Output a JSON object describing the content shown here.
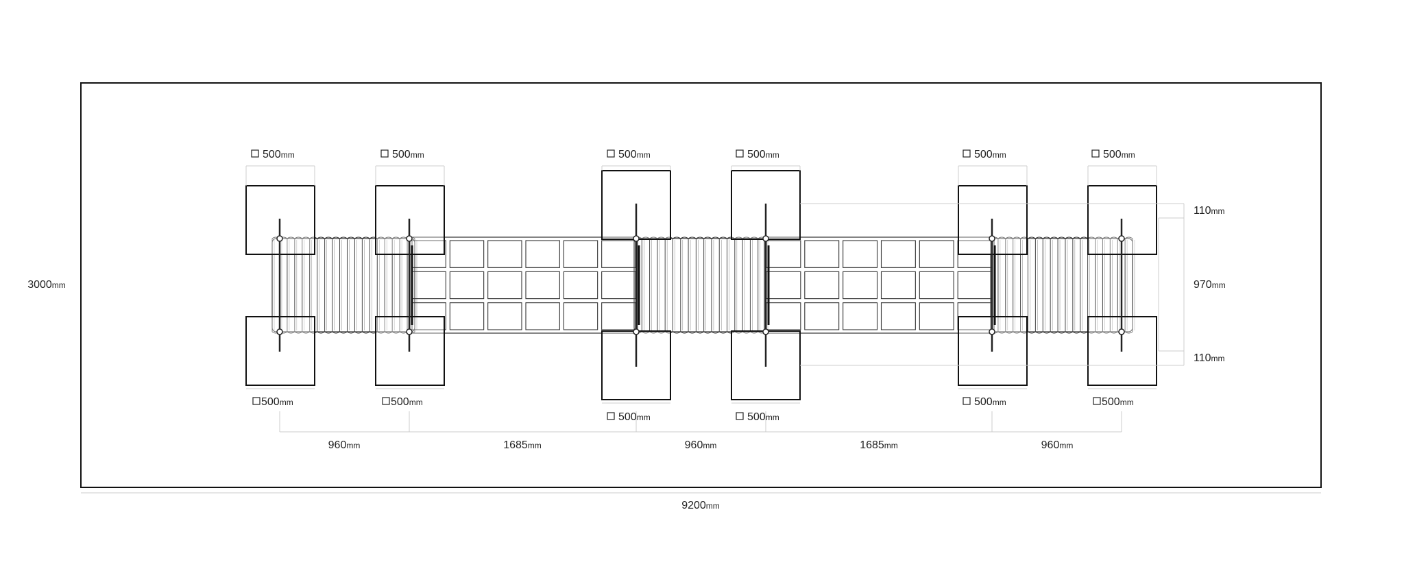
{
  "drawing": {
    "overall_width": {
      "value": "9200",
      "unit": "mm"
    },
    "overall_depth": {
      "value": "3000",
      "unit": "mm"
    },
    "post_size_labels": {
      "top": [
        "500",
        "500",
        "500",
        "500",
        "500",
        "500"
      ],
      "bottom": [
        "500",
        "500",
        "500",
        "500",
        "500",
        "500"
      ],
      "unit": "mm"
    },
    "spacing_dimensions": [
      {
        "value": "960",
        "unit": "mm"
      },
      {
        "value": "1685",
        "unit": "mm"
      },
      {
        "value": "960",
        "unit": "mm"
      },
      {
        "value": "1685",
        "unit": "mm"
      },
      {
        "value": "960",
        "unit": "mm"
      }
    ],
    "right_dimensions": [
      {
        "value": "110",
        "unit": "mm"
      },
      {
        "value": "970",
        "unit": "mm"
      },
      {
        "value": "110",
        "unit": "mm"
      }
    ]
  }
}
